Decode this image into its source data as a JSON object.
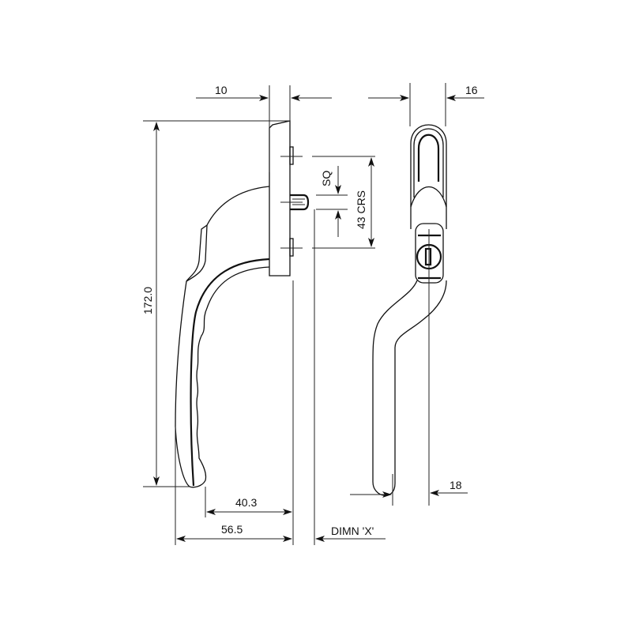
{
  "diagram": {
    "subject": "window handle technical drawing",
    "views": [
      "side-view",
      "front-view"
    ],
    "dimensions": {
      "plate_thickness": "10",
      "handle_width_top": "16",
      "spindle_label": "SQ",
      "fixing_centres": "43 CRS",
      "overall_height": "172.0",
      "grip_projection_inner": "40.3",
      "grip_projection_outer": "56.5",
      "spindle_length": "DIMN 'X'",
      "handle_width_bottom": "18"
    },
    "colors": {
      "line": "#111111",
      "background": "#ffffff"
    }
  }
}
